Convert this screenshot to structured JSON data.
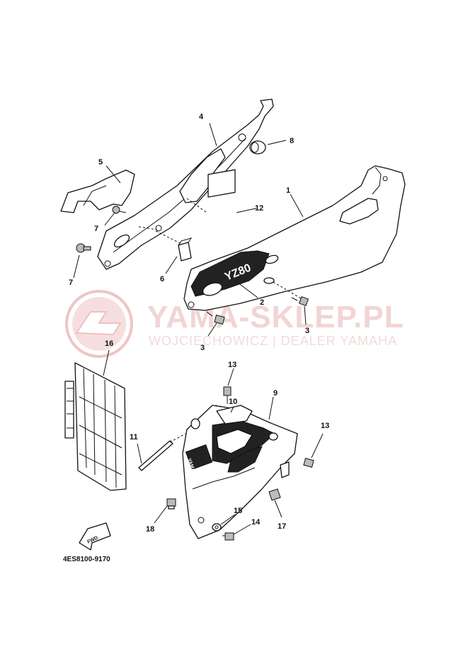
{
  "watermark": {
    "title": "YAMA-SKLEP.PL",
    "subtitle": "WOJCIECHOWICZ | DEALER YAMAHA",
    "color": "#e8a9a9"
  },
  "decal_text": "YZ80",
  "lower_decal_text": "YAMAHA",
  "fwd_label": "FWD",
  "reference_code": "4ES8100-9170",
  "callouts": {
    "c1": "1",
    "c2": "2",
    "c3a": "3",
    "c3b": "3",
    "c4": "4",
    "c5": "5",
    "c6": "6",
    "c7a": "7",
    "c7b": "7",
    "c8": "8",
    "c9": "9",
    "c10": "10",
    "c11": "11",
    "c12": "12",
    "c13a": "13",
    "c13b": "13",
    "c14": "14",
    "c15": "15",
    "c16": "16",
    "c17": "17",
    "c18": "18"
  }
}
